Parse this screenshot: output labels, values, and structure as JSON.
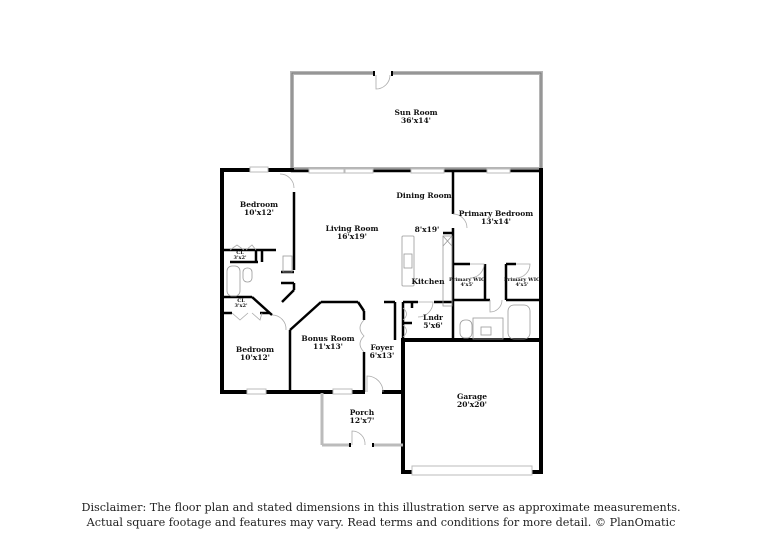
{
  "floor_plan": {
    "colors": {
      "wall": "#000000",
      "window": "#c8c8c8",
      "fixture": "#9a9a9a",
      "background": "#ffffff"
    },
    "rooms": [
      {
        "id": "sun-room",
        "name": "Sun Room",
        "dims": "36'x14'"
      },
      {
        "id": "bedroom-1",
        "name": "Bedroom",
        "dims": "10'x12'"
      },
      {
        "id": "living-room",
        "name": "Living Room",
        "dims": "16'x19'"
      },
      {
        "id": "dining-room",
        "name": "Dining Room",
        "dims": ""
      },
      {
        "id": "kitchen",
        "name": "Kitchen",
        "dims": "8'x19'"
      },
      {
        "id": "primary-bedroom",
        "name": "Primary Bedroom",
        "dims": "13'x14'"
      },
      {
        "id": "closet-1",
        "name": "CL",
        "dims": "3'x2'"
      },
      {
        "id": "closet-2",
        "name": "CL",
        "dims": "3'x2'"
      },
      {
        "id": "primary-wic-1",
        "name": "Primary WIC",
        "dims": "4'x5'"
      },
      {
        "id": "primary-wic-2",
        "name": "Primary WIC",
        "dims": "4'x5'"
      },
      {
        "id": "laundry",
        "name": "Lndr",
        "dims": "5'x6'"
      },
      {
        "id": "bedroom-2",
        "name": "Bedroom",
        "dims": "10'x12'"
      },
      {
        "id": "bonus-room",
        "name": "Bonus Room",
        "dims": "11'x13'"
      },
      {
        "id": "foyer",
        "name": "Foyer",
        "dims": "6'x13'"
      },
      {
        "id": "porch",
        "name": "Porch",
        "dims": "12'x7'"
      },
      {
        "id": "garage",
        "name": "Garage",
        "dims": "20'x20'"
      }
    ]
  },
  "disclaimer": {
    "line1": "Disclaimer: The floor plan and stated dimensions in this illustration serve as approximate measurements.",
    "line2": "Actual square footage and features may vary. Read terms and conditions for more detail. © PlanOmatic"
  }
}
